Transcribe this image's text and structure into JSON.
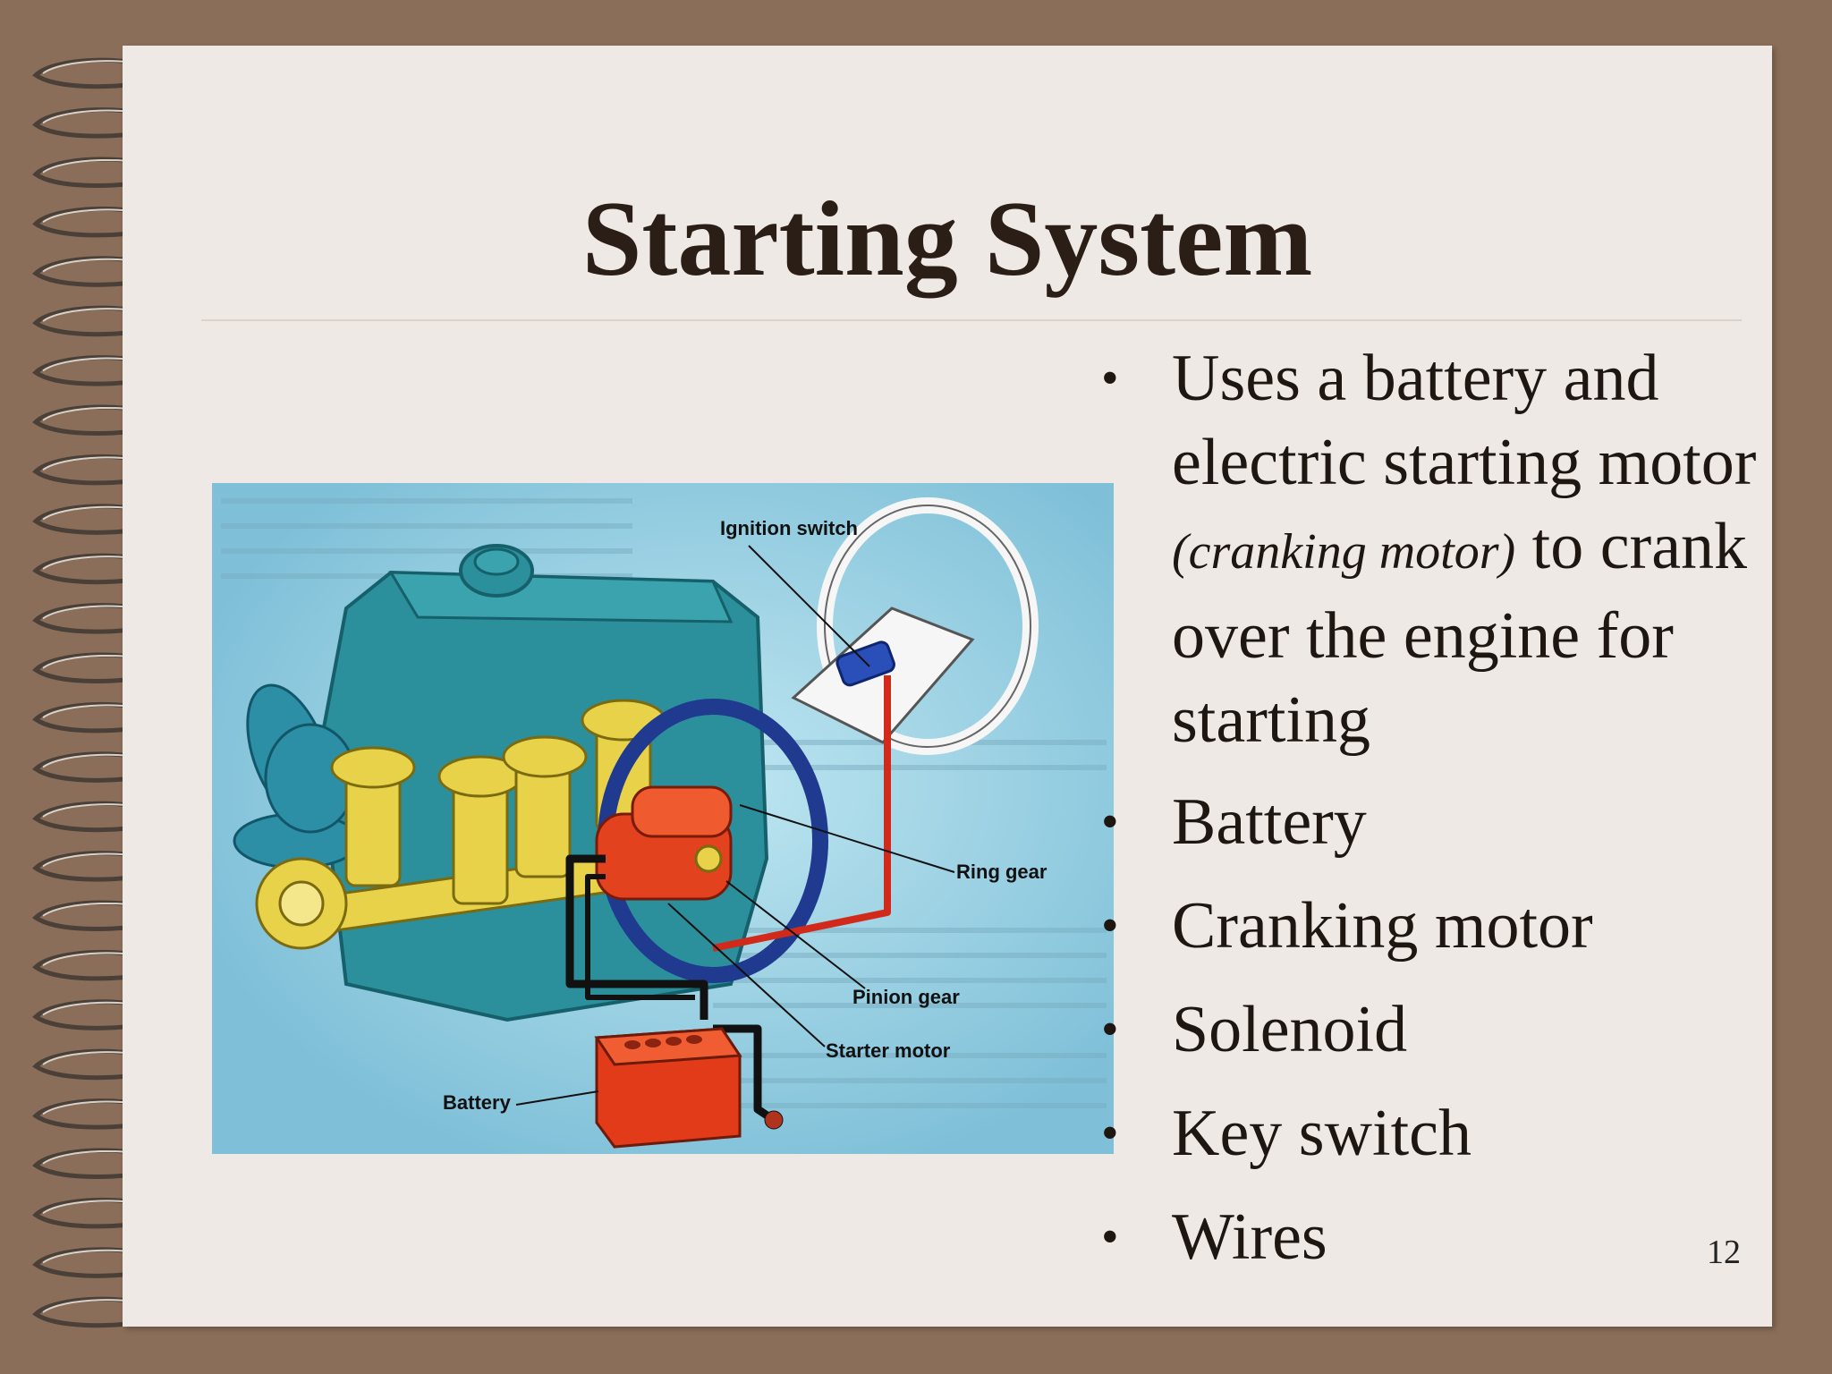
{
  "slide": {
    "title": "Starting System",
    "page_number": "12",
    "bullets": [
      {
        "parts": [
          {
            "text": "Uses a battery and electric starting motor ",
            "italic": false
          },
          {
            "text": "(cranking motor)",
            "italic": true
          },
          {
            "text": " to crank over the engine for starting",
            "italic": false
          }
        ]
      },
      {
        "parts": [
          {
            "text": "Battery",
            "italic": false
          }
        ]
      },
      {
        "parts": [
          {
            "text": "Cranking motor",
            "italic": false
          }
        ]
      },
      {
        "parts": [
          {
            "text": "Solenoid",
            "italic": false
          }
        ]
      },
      {
        "parts": [
          {
            "text": "Key switch",
            "italic": false
          }
        ]
      },
      {
        "parts": [
          {
            "text": "Wires",
            "italic": false
          }
        ]
      }
    ],
    "bullet_glyph": "•"
  },
  "figure": {
    "labels": {
      "ignition_switch": "Ignition switch",
      "ring_gear": "Ring gear",
      "pinion_gear": "Pinion gear",
      "starter_motor": "Starter motor",
      "battery": "Battery"
    }
  },
  "colors": {
    "background": "#8b6e5a",
    "page": "#efe9e6",
    "title": "#2a1e17",
    "figure_bg": "#8fcbe0",
    "engine": "#2b8f9c",
    "piston": "#e8d24a",
    "starter": "#e2421d",
    "battery": "#e23b1a",
    "cable_red": "#d12a1a",
    "ring_gear": "#1f3a8f"
  }
}
